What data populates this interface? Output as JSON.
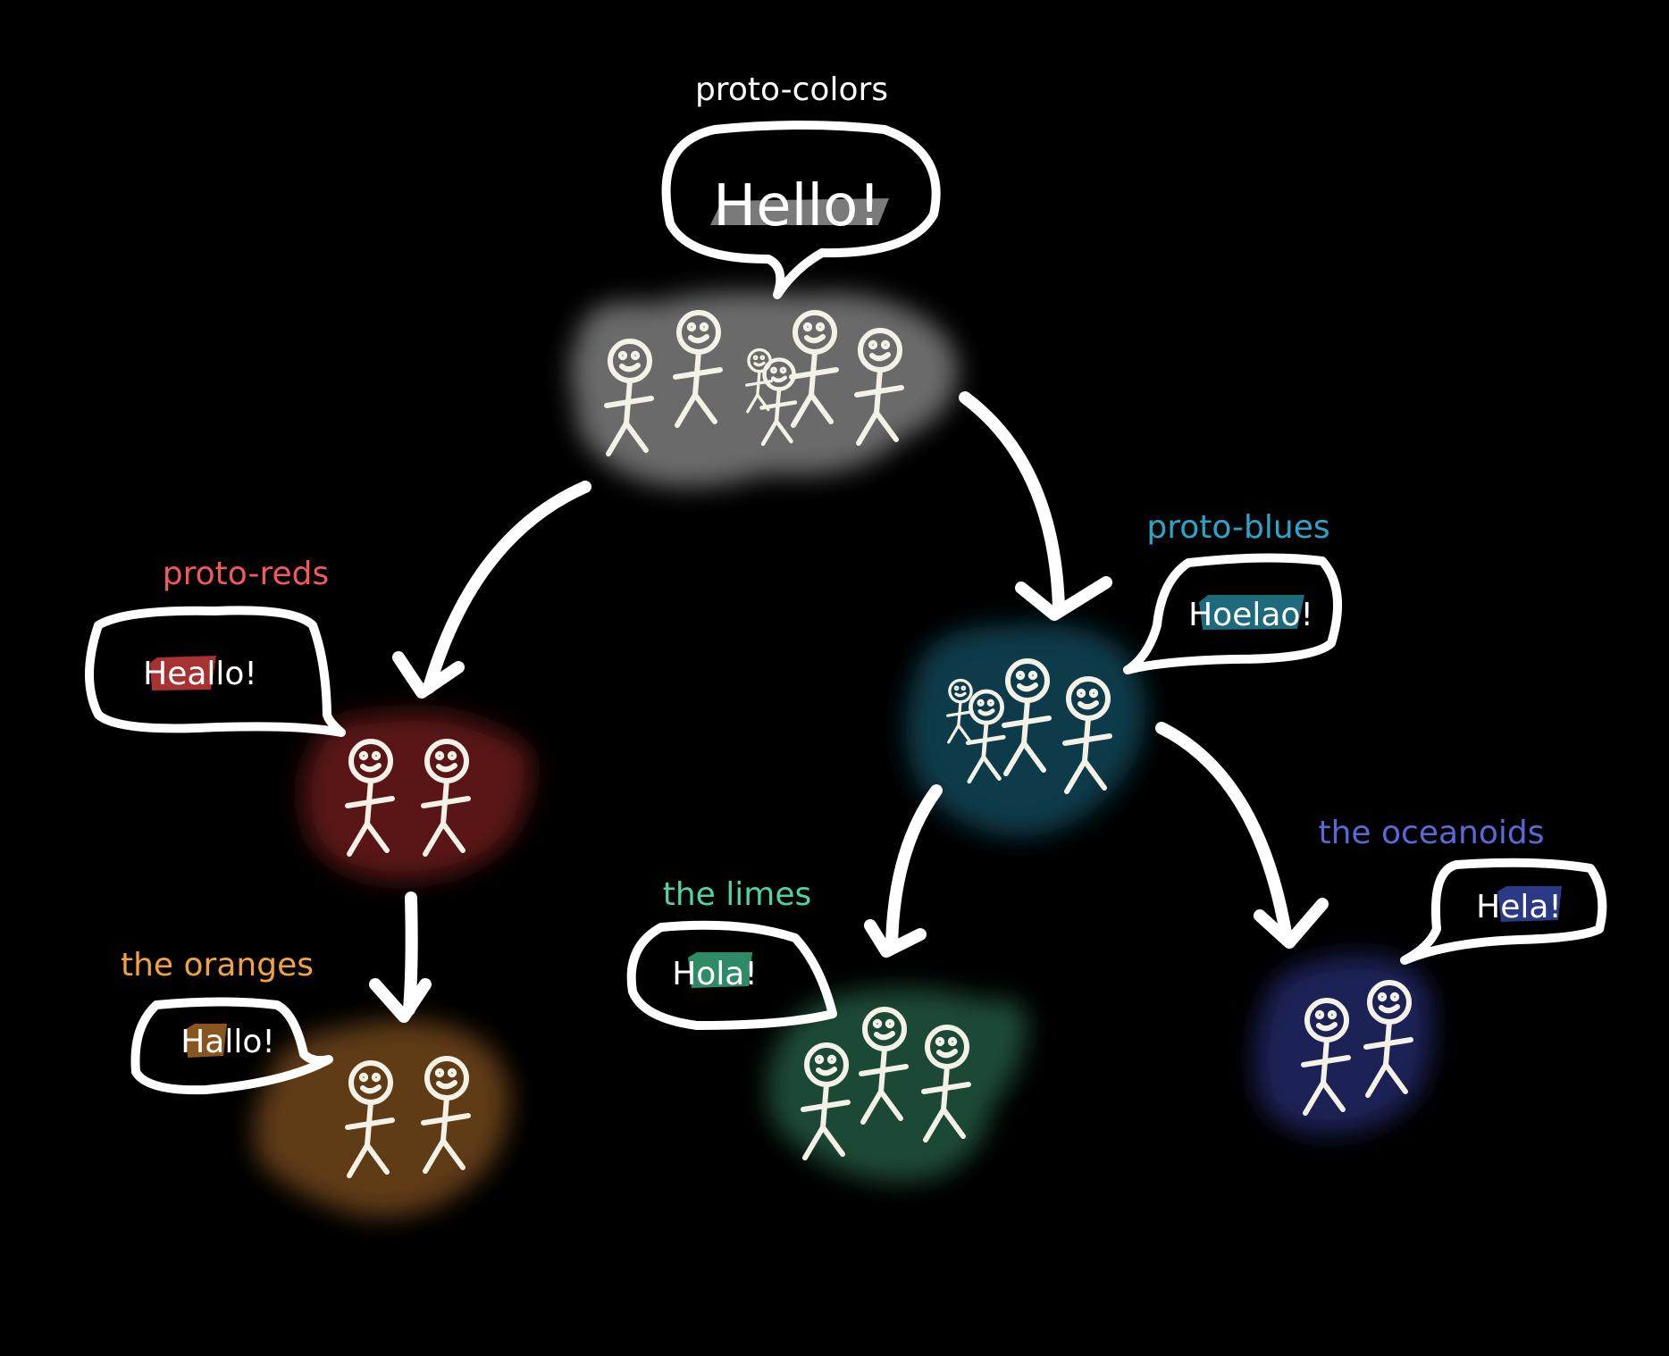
{
  "colors": {
    "background": "#000000",
    "outline": "#ffffff",
    "person": "#f4f2e6"
  },
  "groups": [
    {
      "id": "proto-colors",
      "name": "proto-colors",
      "greeting": "Hello!",
      "name_color": "#ffffff",
      "fill": "#6a6a6a",
      "highlight": "#7a7a7a",
      "people": 6
    },
    {
      "id": "proto-reds",
      "name": "proto-reds",
      "greeting": "Heallo!",
      "name_color": "#f05a5a",
      "fill": "#5a1616",
      "highlight": "#a83232",
      "people": 2
    },
    {
      "id": "proto-blues",
      "name": "proto-blues",
      "greeting": "Hoelao!",
      "name_color": "#2aa6c8",
      "fill": "#0c3a48",
      "highlight": "#1d6a7c",
      "people": 4
    },
    {
      "id": "the-oranges",
      "name": "the oranges",
      "greeting": "Hallo!",
      "name_color": "#f2a340",
      "fill": "#5e3a12",
      "highlight": "#8a5620",
      "people": 2
    },
    {
      "id": "the-limes",
      "name": "the limes",
      "greeting": "Hola!",
      "name_color": "#4fd6a0",
      "fill": "#1b4a36",
      "highlight": "#2f8a66",
      "people": 3
    },
    {
      "id": "the-oceanoids",
      "name": "the oceanoids",
      "greeting": "Hela!",
      "name_color": "#5a68d8",
      "fill": "#1a2356",
      "highlight": "#2b3a86",
      "people": 2
    }
  ],
  "edges": [
    {
      "from": "proto-colors",
      "to": "proto-reds"
    },
    {
      "from": "proto-colors",
      "to": "proto-blues"
    },
    {
      "from": "proto-reds",
      "to": "the-oranges"
    },
    {
      "from": "proto-blues",
      "to": "the-limes"
    },
    {
      "from": "proto-blues",
      "to": "the-oceanoids"
    }
  ]
}
